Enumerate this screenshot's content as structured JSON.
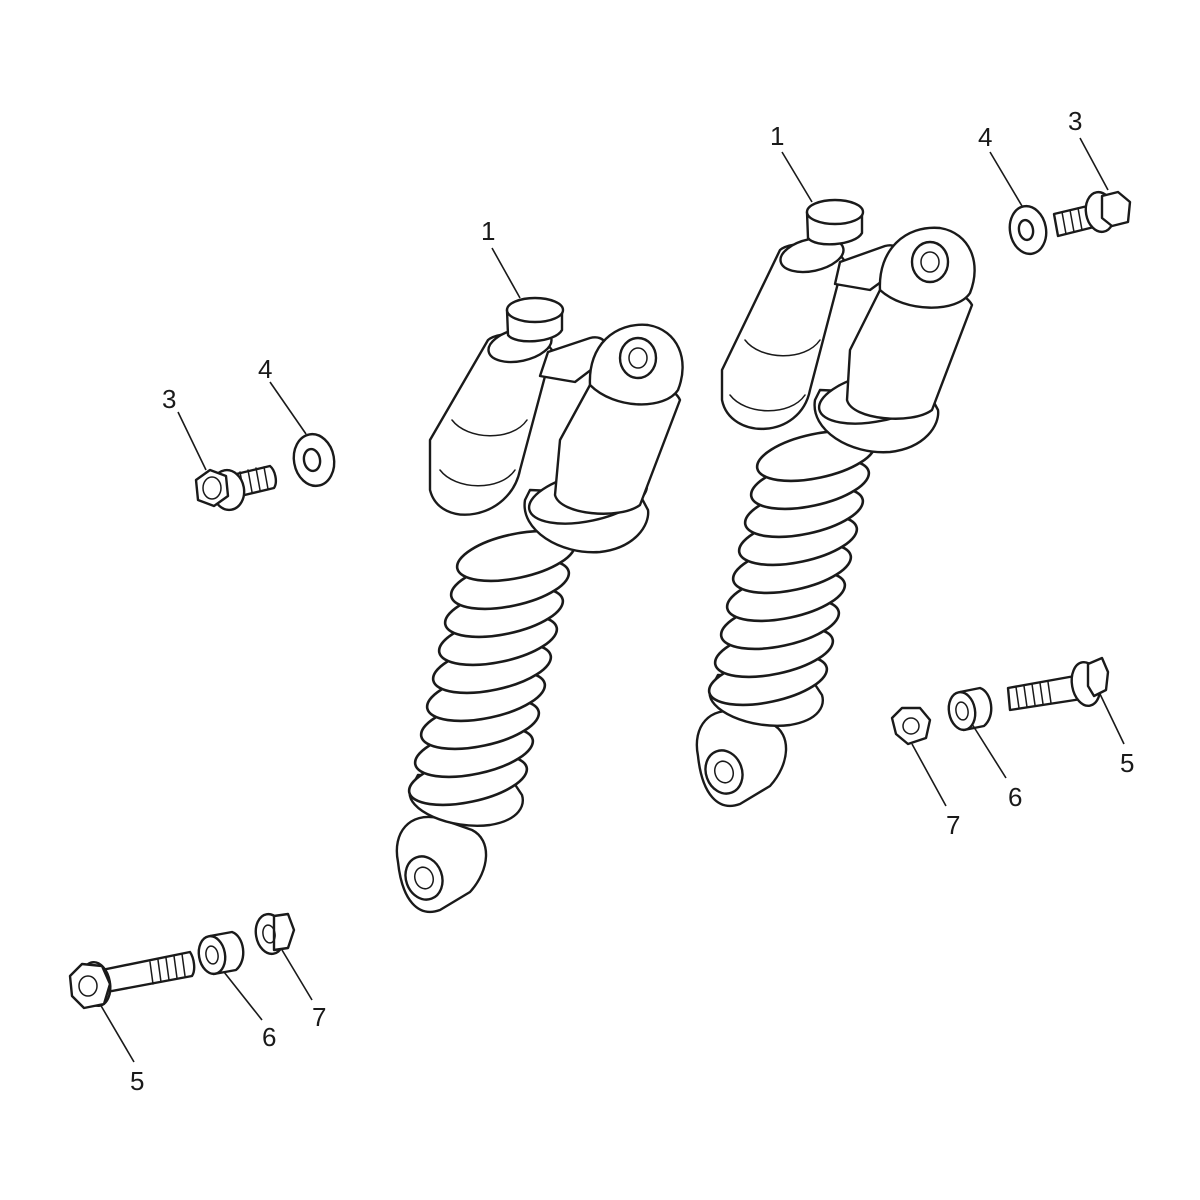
{
  "callouts": {
    "left_shock": "1",
    "right_shock": "1",
    "left_bolt_upper": "3",
    "left_washer": "4",
    "right_washer": "4",
    "right_bolt_upper": "3",
    "right_bolt_lower": "5",
    "right_spacer": "6",
    "right_nut": "7",
    "left_bolt_lower": "5",
    "left_spacer": "6",
    "left_nut": "7"
  },
  "icons": [
    "rear-shock-absorber-icon",
    "flange-bolt-icon",
    "washer-icon",
    "spacer-icon",
    "flange-nut-icon"
  ],
  "colors": {
    "line": "#1a1a1a",
    "background": "#ffffff"
  }
}
